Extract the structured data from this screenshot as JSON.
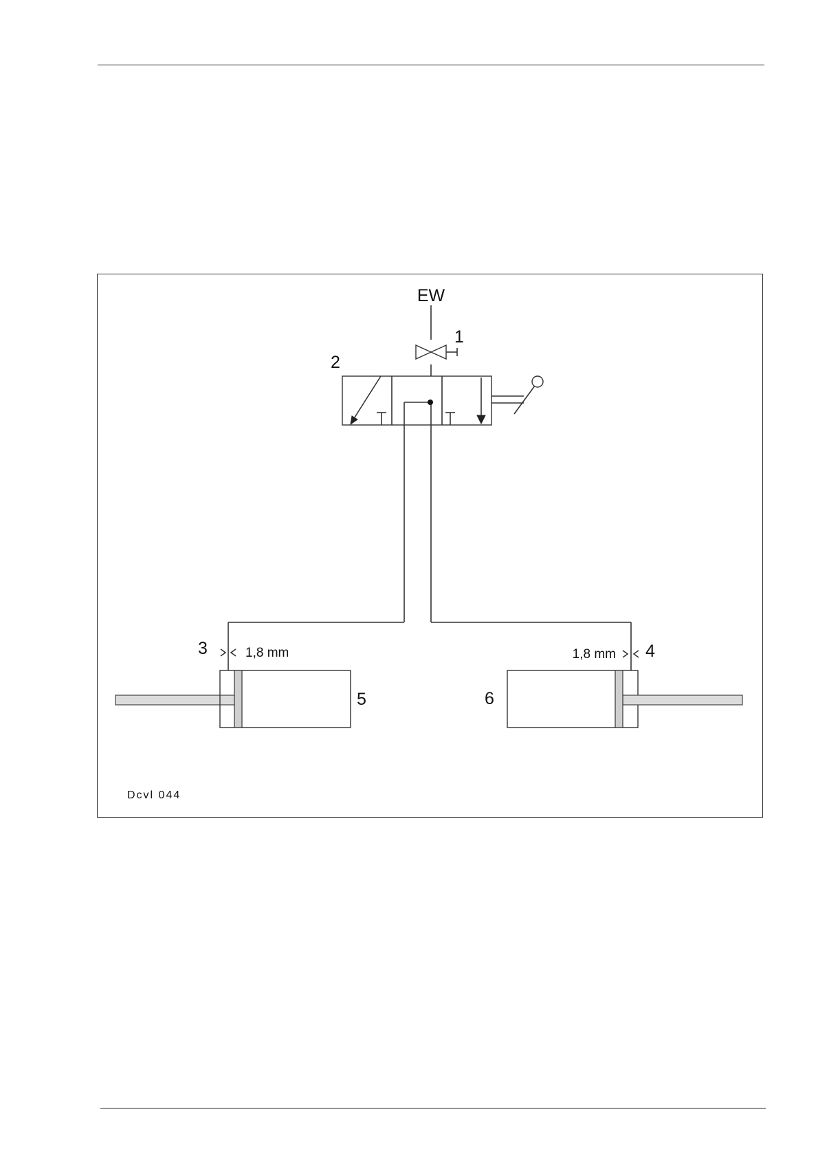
{
  "diagram": {
    "supply_label": "EW",
    "callouts": {
      "c1": "1",
      "c2": "2",
      "c3": "3",
      "c4": "4",
      "c5": "5",
      "c6": "6"
    },
    "restrictor_left_text": "1,8 mm",
    "restrictor_right_text": "1,8 mm",
    "figure_id": "Dcvl 044"
  }
}
